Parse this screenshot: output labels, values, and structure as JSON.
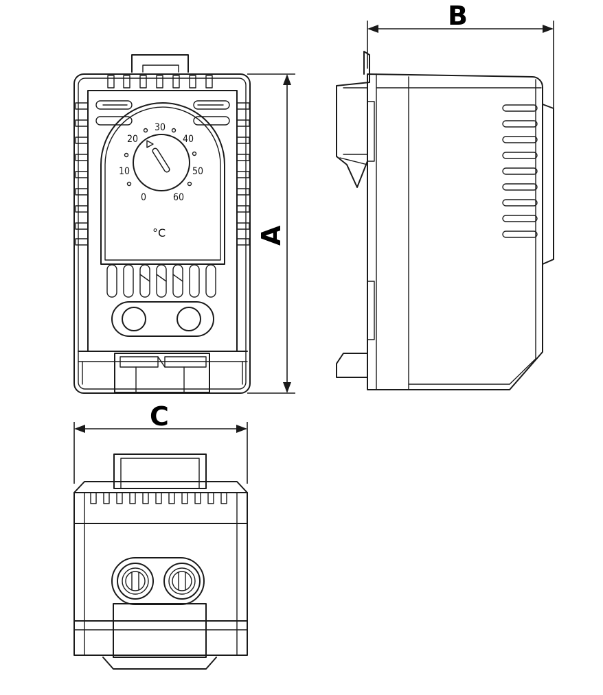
{
  "dimensions": {
    "a": "A",
    "b": "B",
    "c": "C"
  },
  "dial": {
    "scale": [
      "0",
      "10",
      "20",
      "30",
      "40",
      "50",
      "60"
    ],
    "unit": "°C"
  }
}
